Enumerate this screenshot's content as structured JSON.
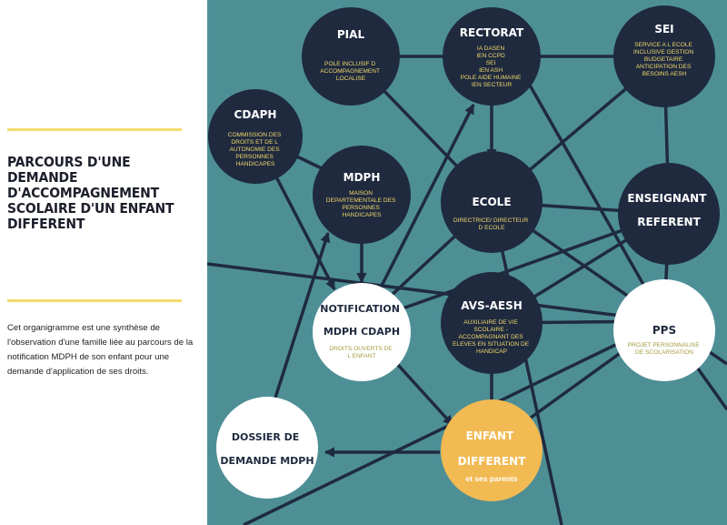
{
  "colors": {
    "teal": "#4e8f96",
    "navy": "#1f2a3f",
    "white": "#ffffff",
    "yellow": "#f2ba52",
    "accent_text": "#f2d86a",
    "rule": "#f2dc6e"
  },
  "left_panel": {
    "title": "PARCOURS D'UNE DEMANDE D'ACCOMPAGNEMENT SCOLAIRE D'UN ENFANT DIFFERENT",
    "intro": "Cet organigramme est une synthèse de l'observation d'une famille liée au parcours de la notification MDPH de son enfant pour une demande d'application de ses droits."
  },
  "nodes": {
    "pial": {
      "title": [
        "PIAL"
      ],
      "sub": [
        "POLE INCLUSIF D",
        "ACCOMPAGNEMENT",
        "LOCALISE"
      ]
    },
    "rectorat": {
      "title": [
        "RECTORAT"
      ],
      "sub": [
        "IA DASEN",
        "IEN CCPD",
        "SEI",
        "IEN ASH",
        "POLE AIDE HUMAINE",
        "IEN SECTEUR"
      ]
    },
    "sei": {
      "title": [
        "SEI"
      ],
      "sub": [
        "SERVICE A L ECOLE",
        "INCLUSIVE GESTION",
        "BUDGETAIRE",
        "ANTICIPATION DES",
        "BESOINS AESH"
      ]
    },
    "cdaph": {
      "title": [
        "CDAPH"
      ],
      "sub": [
        "COMMISSION DES",
        "DROITS ET DE L",
        "AUTONOMIE DES",
        "PERSONNES",
        "HANDICAPES"
      ]
    },
    "mdph": {
      "title": [
        "MDPH"
      ],
      "sub": [
        "MAISON",
        "DEPARTEMENTALE DES",
        "PERSONNES",
        "HANDICAPES"
      ]
    },
    "ecole": {
      "title": [
        "ECOLE"
      ],
      "sub": [
        "DIRECTRICE/ DIRECTEUR",
        "D ECOLE"
      ]
    },
    "enseignant": {
      "title": [
        "ENSEIGNANT",
        "REFERENT"
      ],
      "sub": []
    },
    "notification": {
      "title": [
        "NOTIFICATION",
        "MDPH CDAPH"
      ],
      "sub": [
        "DROITS OUVERTS DE",
        "L ENFANT"
      ]
    },
    "avs": {
      "title": [
        "AVS-AESH"
      ],
      "sub": [
        "AUXILIAIRE DE VIE",
        "SCOLAIRE -",
        "ACCOMPAGNANT DES",
        "ELEVES EN SITUATION DE",
        "HANDICAP"
      ]
    },
    "pps": {
      "title": [
        "PPS"
      ],
      "sub": [
        "PROJET PERSONNALISE",
        "DE SCOLARISATION"
      ]
    },
    "dossier": {
      "title": [
        "DOSSIER DE",
        "DEMANDE MDPH"
      ],
      "sub": []
    },
    "enfant": {
      "title": [
        "ENFANT",
        "DIFFERENT"
      ],
      "sub": [
        "et ses parents"
      ]
    }
  }
}
